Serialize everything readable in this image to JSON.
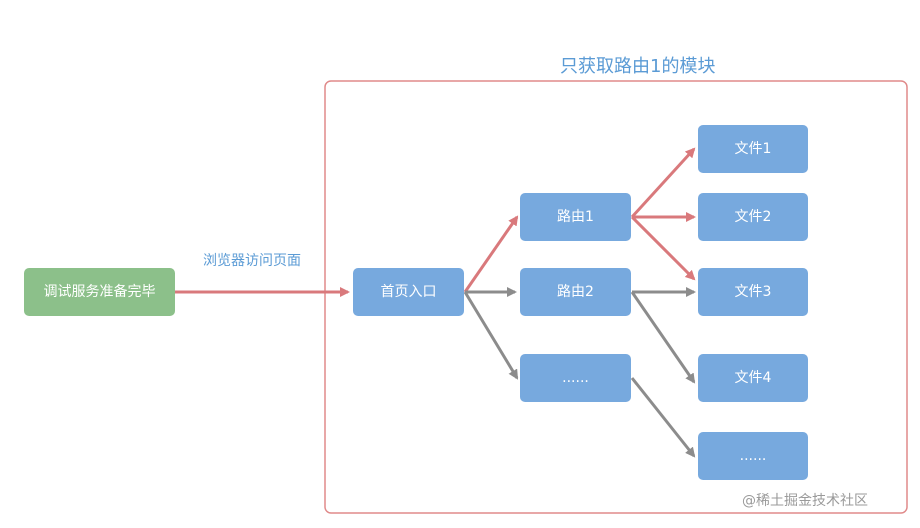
{
  "diagram": {
    "region_title": "只获取路由1的模块",
    "edge_label": "浏览器访问页面",
    "nodes": {
      "start": "调试服务准备完毕",
      "home": "首页入口",
      "route1": "路由1",
      "route2": "路由2",
      "route_more": "......",
      "file1": "文件1",
      "file2": "文件2",
      "file3": "文件3",
      "file4": "文件4",
      "file_more": "......"
    },
    "colors": {
      "start_fill": "#8cc08a",
      "node_fill": "#77a9de",
      "highlight_edge": "#d9797c",
      "normal_edge": "#8c8c8c",
      "label_color": "#5b9bd5",
      "region_border": "#e08a8a"
    }
  },
  "watermark": "@稀土掘金技术社区"
}
